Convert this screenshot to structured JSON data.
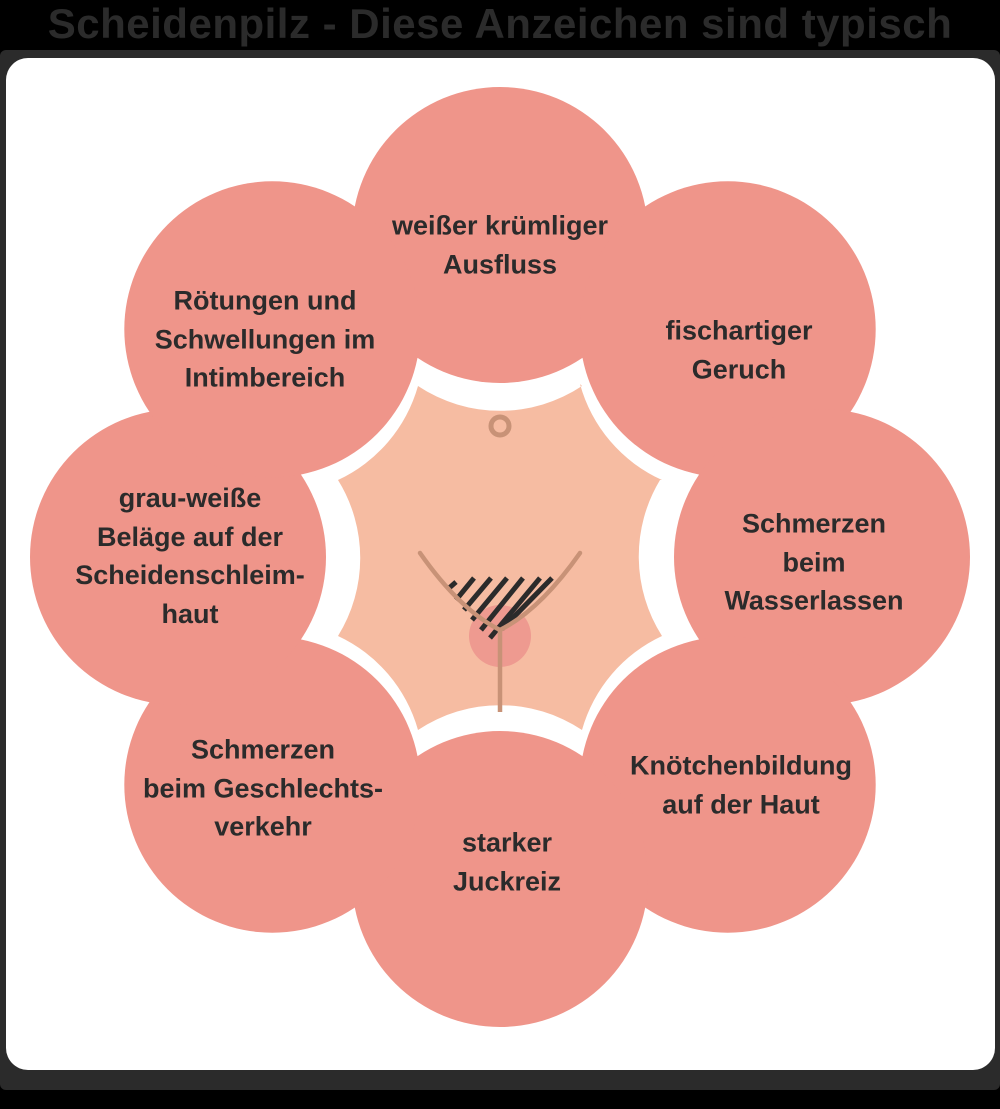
{
  "title": "Scheidenpilz - Diese Anzeichen sind typisch",
  "colors": {
    "background": "#000000",
    "frame": "#2b2b2b",
    "card": "#ffffff",
    "petal": "#ef958a",
    "skin": "#f6bca2",
    "skin_line": "#c89277",
    "highlight_circle": "#ee9a90",
    "hatch": "#2b2b2b",
    "text": "#2b2b2b"
  },
  "diagram": {
    "type": "flower-diagram",
    "center_illustration": "stylized lower abdomen with navel and hatched pubic area",
    "symptoms": [
      {
        "position": "top",
        "lines": [
          "weißer krümliger",
          "Ausfluss"
        ]
      },
      {
        "position": "top-right",
        "lines": [
          "fischartiger",
          "Geruch"
        ]
      },
      {
        "position": "right",
        "lines": [
          "Schmerzen",
          "beim",
          "Wasserlassen"
        ]
      },
      {
        "position": "bottom-right",
        "lines": [
          "Knötchenbildung",
          "auf der Haut"
        ]
      },
      {
        "position": "bottom",
        "lines": [
          "starker",
          "Juckreiz"
        ]
      },
      {
        "position": "bottom-left",
        "lines": [
          "Schmerzen",
          "beim Geschlechts-",
          "verkehr"
        ]
      },
      {
        "position": "left",
        "lines": [
          "grau-weiße",
          "Beläge auf der",
          "Scheidenschleim-",
          "haut"
        ]
      },
      {
        "position": "top-left",
        "lines": [
          "Rötungen und",
          "Schwellungen im",
          "Intimbereich"
        ]
      }
    ]
  }
}
